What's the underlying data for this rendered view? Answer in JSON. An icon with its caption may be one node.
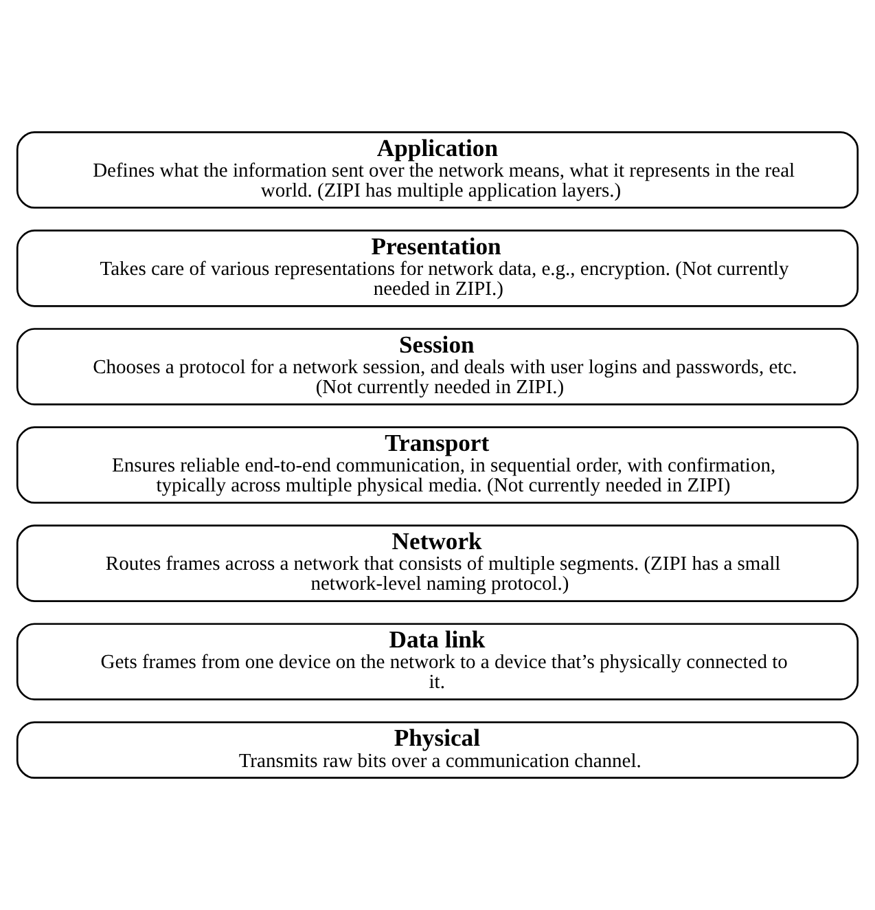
{
  "diagram": {
    "nodes": [
      {
        "text": [
          "Application",
          "Defines what the information sent over the network means, what it represents in the real world. (ZIPI has multiple application layers.)"
        ]
      },
      {
        "text": [
          "Presentation",
          "Takes care of various representations for network data, e.g., encryption. (Not currently needed in ZIPI.)"
        ]
      },
      {
        "text": [
          "Session",
          "Chooses a protocol for a network session, and deals with user logins and passwords, etc. (Not currently needed in ZIPI.)"
        ]
      },
      {
        "text": [
          "Transport",
          "Ensures reliable end-to-end communication, in sequential order, with confirmation, typically across multiple physical media. (Not currently needed in ZIPI)"
        ]
      },
      {
        "text": [
          "Network",
          "Routes frames across a network that consists of multiple segments. (ZIPI has a small network-level naming protocol.)"
        ]
      },
      {
        "text": [
          "Data link",
          "Gets frames from one device on the network to a device that’s physically connected to it."
        ]
      },
      {
        "text": [
          "Physical",
          "Transmits raw bits over a communication channel."
        ]
      }
    ],
    "edges": []
  }
}
